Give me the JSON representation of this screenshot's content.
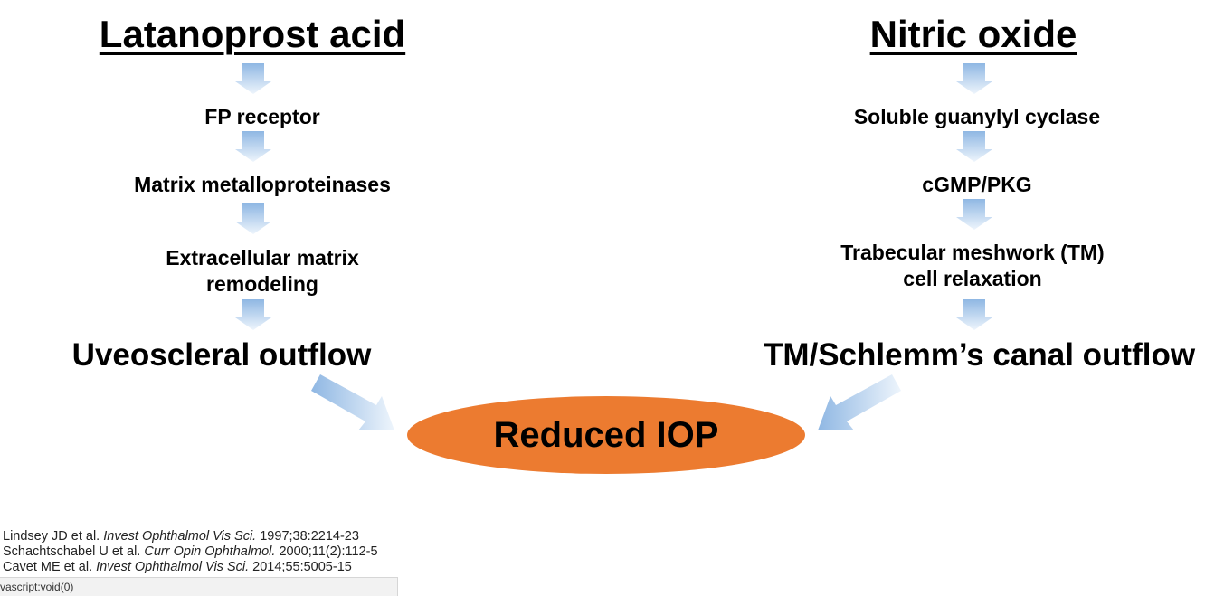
{
  "left": {
    "title": "Latanoprost acid",
    "steps": [
      "FP receptor",
      "Matrix metalloproteinases",
      "Extracellular matrix",
      "remodeling"
    ],
    "outflow": "Uveoscleral outflow"
  },
  "right": {
    "title": "Nitric oxide",
    "steps": [
      "Soluble guanylyl cyclase",
      "cGMP/PKG",
      "Trabecular meshwork (TM)",
      "cell relaxation"
    ],
    "outflow": "TM/Schlemm’s canal outflow"
  },
  "result": "Reduced IOP",
  "references": [
    {
      "authors": "Lindsey JD et al. ",
      "journal": "Invest Ophthalmol Vis Sci.",
      "details": " 1997;38:2214-23"
    },
    {
      "authors": "Schachtschabel U et al. ",
      "journal": "Curr Opin Ophthalmol.",
      "details": " 2000;11(2):112-5"
    },
    {
      "authors": "Cavet ME et al. ",
      "journal": "Invest Ophthalmol Vis Sci.",
      "details": " 2014;55:5005-15"
    }
  ],
  "status_bar": "vascript:void(0)",
  "colors": {
    "ellipse_fill": "#ec7b30",
    "arrow_top": "#8fb7e3",
    "arrow_bottom": "#eef5fc"
  },
  "icons": [
    "down-arrow-icon",
    "diagonal-arrow-icon"
  ]
}
